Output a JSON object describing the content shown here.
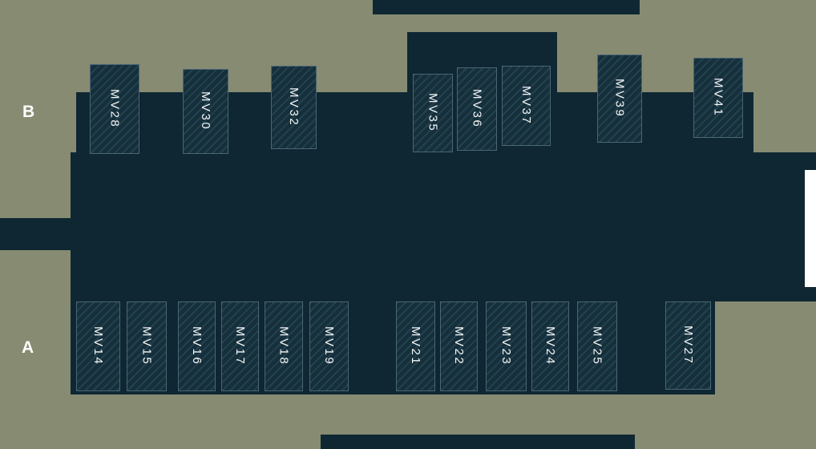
{
  "site_plan": {
    "rows": {
      "b": {
        "label": "B",
        "units": [
          "MV28",
          "MV30",
          "MV32",
          "MV35",
          "MV36",
          "MV37",
          "MV39",
          "MV41"
        ]
      },
      "a": {
        "label": "A",
        "units": [
          "MV14",
          "MV15",
          "MV16",
          "MV17",
          "MV18",
          "MV19",
          "MV21",
          "MV22",
          "MV23",
          "MV24",
          "MV25",
          "MV27"
        ]
      }
    },
    "colors": {
      "background_olive": "#878b72",
      "road_dark_navy": "#0f2733",
      "unit_fill": "#152f3b",
      "unit_stripe": "#24414f",
      "unit_border": "#4a6674",
      "label_text": "#ffffff",
      "right_marker": "#ffffff"
    }
  }
}
